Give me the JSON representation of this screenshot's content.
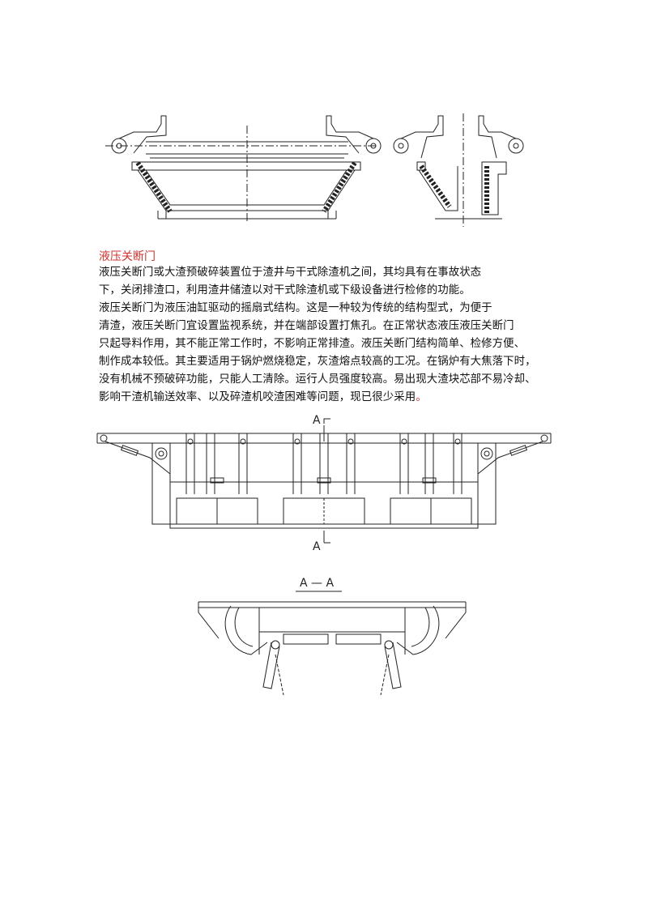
{
  "heading": "液压关断门",
  "paragraph1": {
    "lines": [
      "液压关断门或大渣预破碎装置位于渣井与干式除渣机之间，其均具有在事故状态",
      "下，关闭排渣口，利用渣井储渣以对干式除渣机或下级设备进行检修的功能。"
    ]
  },
  "paragraph2": {
    "lines": [
      "液压关断门为液压油缸驱动的摇扇式结构。这是一种较为传统的结构型式，为便于",
      "清渣，液压关断门宜设置监视系统，并在端部设置打焦孔。在正常状态液压液压关断门",
      "只起导料作用，其不能正常工作时，不影响正常排渣。液压关断门结构简单、检修方便、",
      "制作成本较低。其主要适用于锅炉燃烧稳定，灰渣熔点较高的工况。在锅炉有大焦落下时，",
      "没有机械不预破碎功能，只能人工清除。运行人员强度较高。易出现大渣块芯部不易冷却、",
      "影响干渣机输送效率、以及碎渣机咬渣困难等问题，现已很少采用"
    ],
    "trailing_mark": "。"
  },
  "figure_front": {
    "section_label_top": "A",
    "section_label_bottom": "A"
  },
  "figure_section": {
    "title": "A — A"
  }
}
